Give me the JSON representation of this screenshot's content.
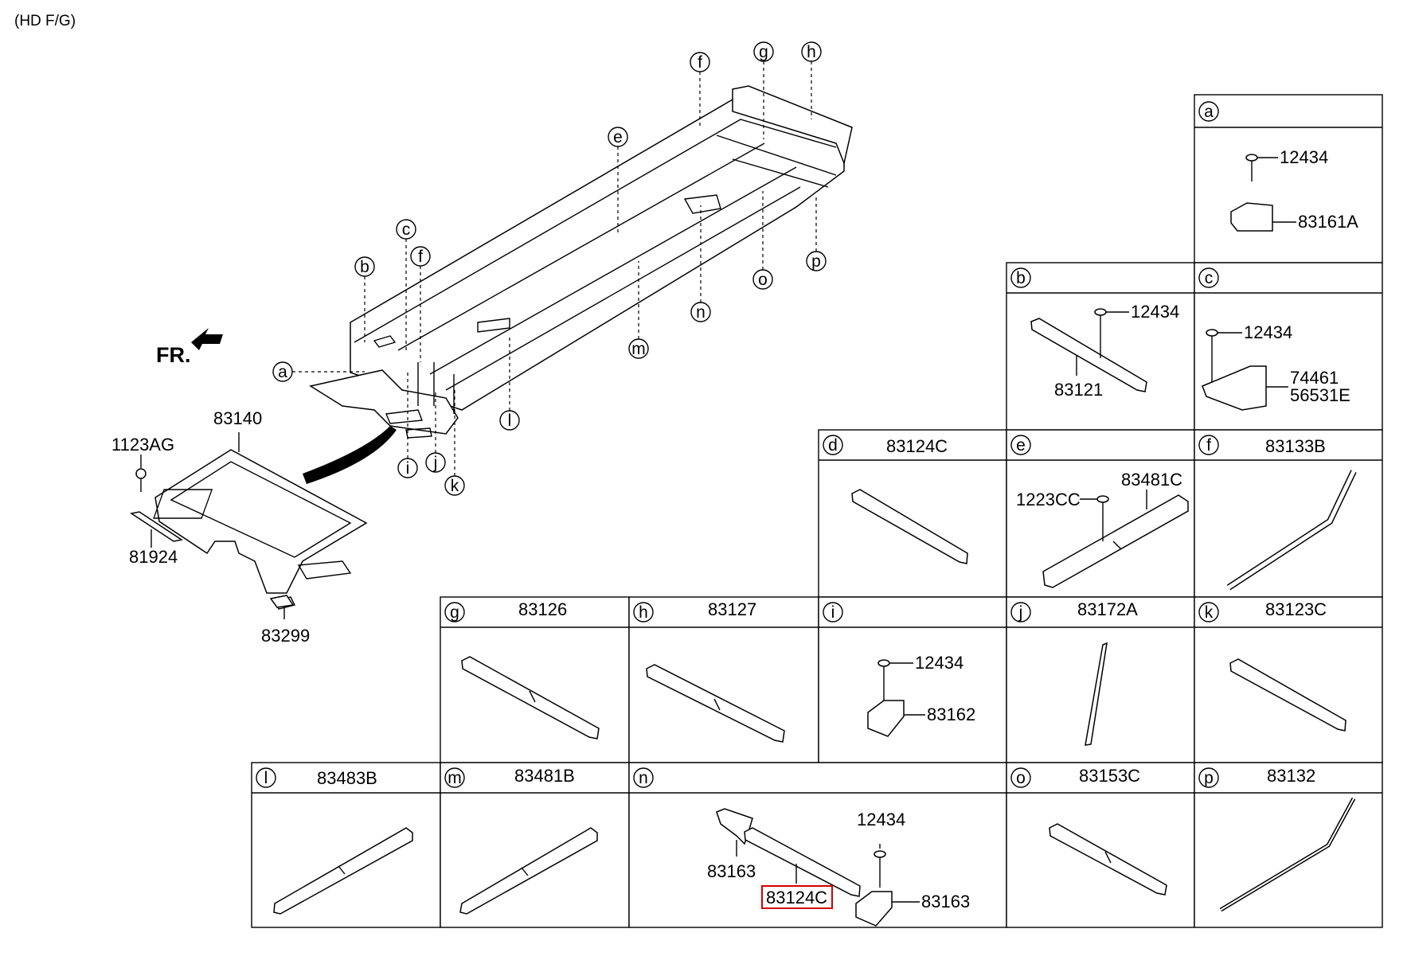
{
  "header": "(HD F/G)",
  "front_marker": "FR.",
  "main_callouts": [
    "a",
    "b",
    "c",
    "f",
    "e",
    "f",
    "g",
    "h",
    "i",
    "j",
    "k",
    "l",
    "m",
    "n",
    "o",
    "p"
  ],
  "mat_parts": {
    "p83140": "83140",
    "p1123AG": "1123AG",
    "p81924": "81924",
    "p83299": "83299"
  },
  "cells": {
    "a": {
      "letter": "a",
      "title": "",
      "labels": [
        "12434",
        "83161A"
      ]
    },
    "b": {
      "letter": "b",
      "title": "",
      "labels": [
        "12434",
        "83121"
      ]
    },
    "c": {
      "letter": "c",
      "title": "",
      "labels": [
        "12434",
        "74461",
        "56531E"
      ]
    },
    "d": {
      "letter": "d",
      "title": "83124C",
      "labels": []
    },
    "e": {
      "letter": "e",
      "title": "",
      "labels": [
        "83481C",
        "1223CC"
      ]
    },
    "f": {
      "letter": "f",
      "title": "83133B",
      "labels": []
    },
    "g": {
      "letter": "g",
      "title": "83126",
      "labels": []
    },
    "h": {
      "letter": "h",
      "title": "83127",
      "labels": []
    },
    "i": {
      "letter": "i",
      "title": "",
      "labels": [
        "12434",
        "83162"
      ]
    },
    "j": {
      "letter": "j",
      "title": "83172A",
      "labels": []
    },
    "k": {
      "letter": "k",
      "title": "83123C",
      "labels": []
    },
    "l": {
      "letter": "l",
      "title": "83483B",
      "labels": []
    },
    "m": {
      "letter": "m",
      "title": "83481B",
      "labels": []
    },
    "n": {
      "letter": "n",
      "title": "",
      "labels": [
        "12434",
        "83163",
        "83124C",
        "83163"
      ]
    },
    "o": {
      "letter": "o",
      "title": "83153C",
      "labels": []
    },
    "p": {
      "letter": "p",
      "title": "83132",
      "labels": []
    }
  },
  "highlight_color": "#d40000"
}
